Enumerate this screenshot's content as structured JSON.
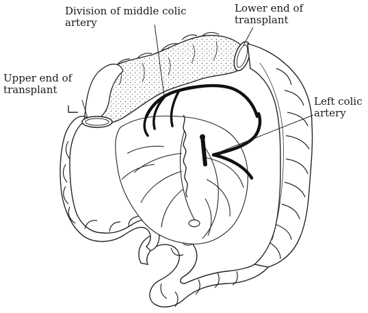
{
  "labels": {
    "division": [
      "Division of middle colic",
      "artery"
    ],
    "lower_end": [
      "Lower end of",
      "transplant"
    ],
    "upper_end": [
      "Upper end of",
      "transplant"
    ],
    "left_colic": [
      "Left colic",
      "artery"
    ],
    "l_marker": "L"
  }
}
